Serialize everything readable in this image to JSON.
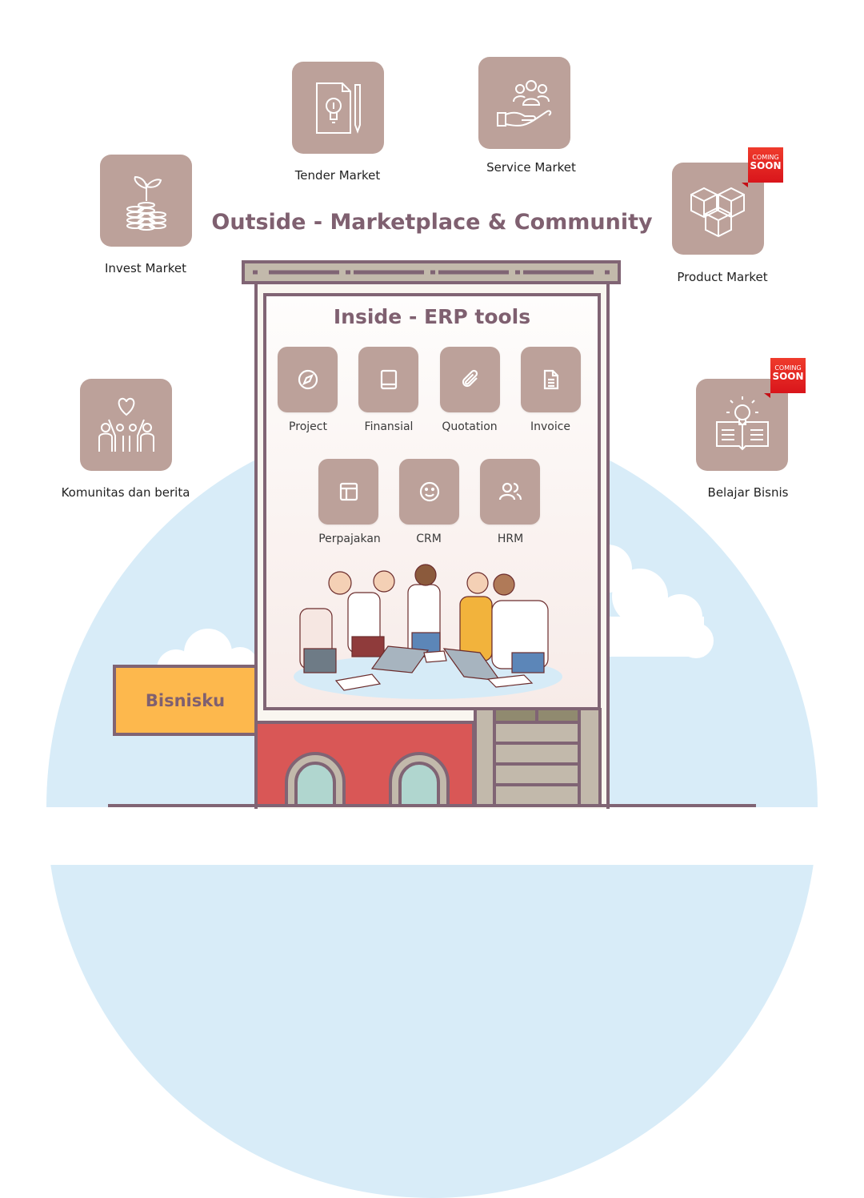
{
  "outside_title": "Outside - Marketplace & Community",
  "inside_title": "Inside - ERP tools",
  "sign": "Bisnisku",
  "coming_soon": {
    "line1": "COMING",
    "line2": "SOON"
  },
  "markets": [
    {
      "label": "Invest Market",
      "icon": "coins-plant-icon"
    },
    {
      "label": "Tender Market",
      "icon": "document-lightbulb-pen-icon"
    },
    {
      "label": "Service Market",
      "icon": "hand-people-icon"
    },
    {
      "label": "Product Market",
      "icon": "boxes-icon",
      "coming_soon": true
    },
    {
      "label": "Komunitas dan berita",
      "icon": "community-heart-icon"
    },
    {
      "label": "Belajar Bisnis",
      "icon": "book-lightbulb-icon",
      "coming_soon": true
    }
  ],
  "erp_tools": [
    {
      "label": "Project",
      "icon": "compass-icon"
    },
    {
      "label": "Finansial",
      "icon": "book-icon"
    },
    {
      "label": "Quotation",
      "icon": "paperclip-icon"
    },
    {
      "label": "Invoice",
      "icon": "document-icon"
    },
    {
      "label": "Perpajakan",
      "icon": "table-icon"
    },
    {
      "label": "CRM",
      "icon": "smiley-icon"
    },
    {
      "label": "HRM",
      "icon": "users-icon"
    }
  ],
  "colors": {
    "tile": "#bca19a",
    "title": "#7f6070",
    "sky": "#d8ecf8",
    "sign": "#fdb84d",
    "brick": "#d95756",
    "frame": "#806474"
  }
}
